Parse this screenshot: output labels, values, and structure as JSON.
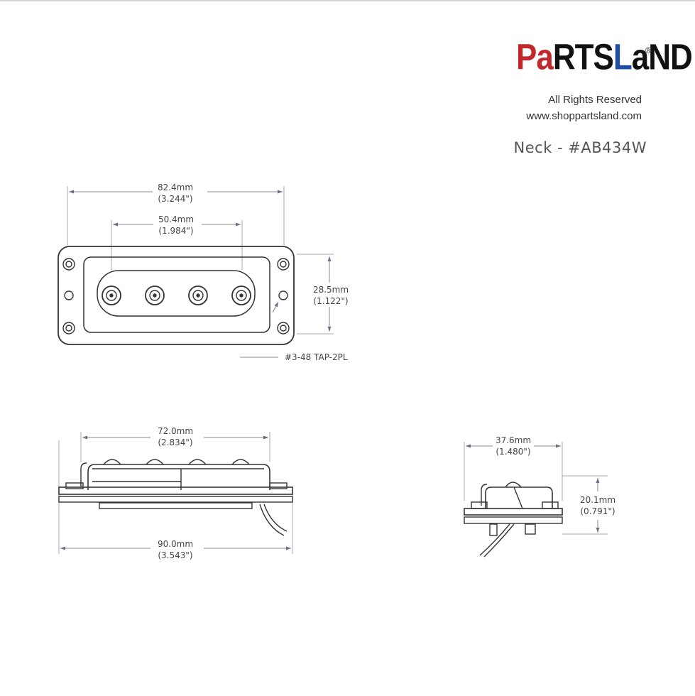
{
  "brand": {
    "logo_letters": [
      "P",
      "a",
      "R",
      "T",
      "S",
      "L",
      "a",
      "N",
      "D"
    ],
    "logo_colors": [
      "#c1272d",
      "#c1272d",
      "#111111",
      "#111111",
      "#111111",
      "#1f4fa5",
      "#111111",
      "#111111",
      "#111111"
    ],
    "registered_mark": "®",
    "rights": "All Rights Reserved",
    "website": "www.shoppartsland.com"
  },
  "model_label": "Neck - #AB434W",
  "dimensions": {
    "top_outer_width_mm": "82.4mm",
    "top_outer_width_in": "(3.244\")",
    "pole_span_mm": "50.4mm",
    "pole_span_in": "(1.984\")",
    "height_mm": "28.5mm",
    "height_in": "(1.122\")",
    "screw_note": "#3-48 TAP-2PL",
    "side_body_width_mm": "72.0mm",
    "side_body_width_in": "(2.834\")",
    "side_total_width_mm": "90.0mm",
    "side_total_width_in": "(3.543\")",
    "end_width_mm": "37.6mm",
    "end_width_in": "(1.480\")",
    "end_height_mm": "20.1mm",
    "end_height_in": "(0.791\")"
  },
  "colors": {
    "line": "#333333",
    "dim_line": "#8a8a8a",
    "arrow": "#6b6b8a"
  }
}
